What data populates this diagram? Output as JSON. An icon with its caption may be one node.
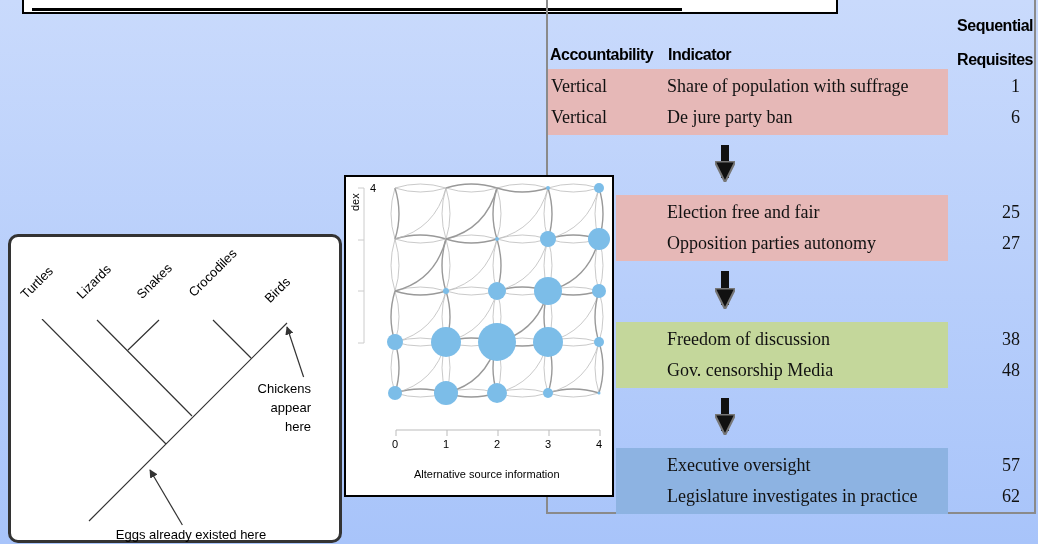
{
  "diagram": {
    "nodes": [
      {
        "text": [
          "Accountability",
          "Indicator",
          "Sequential Requisites"
        ]
      },
      {
        "text": [
          "Vertical",
          "Share of population with suffrage",
          "1",
          "Vertical",
          "De jure party ban",
          "6"
        ],
        "in": 0
      },
      {
        "text": [
          "Election free and fair",
          "25",
          "Opposition parties autonomy",
          "27"
        ],
        "in": 0
      },
      {
        "text": [
          "Freedom of discussion",
          "38",
          "Gov. censorship Media",
          "48"
        ],
        "in": 0
      },
      {
        "text": [
          "Executive oversight",
          "57",
          "Legislature investigates in practice",
          "62"
        ],
        "in": 0
      },
      {
        "text": [],
        "shape": "box"
      },
      {
        "text": [
          "Chickens appear here"
        ],
        "in": 5
      },
      {
        "text": [
          "Eggs already existed here"
        ],
        "in": 5
      },
      {
        "text": [],
        "shape": "picture"
      }
    ],
    "edges": [
      {
        "from": 1,
        "to": 2,
        "arrow": "to"
      },
      {
        "from": 2,
        "to": 3,
        "arrow": "to"
      },
      {
        "from": 3,
        "to": 4,
        "arrow": "to"
      },
      {
        "from": 6,
        "to": null,
        "arrow": "to"
      },
      {
        "from": 7,
        "to": null,
        "arrow": "to"
      }
    ],
    "labels": [
      "Turtles",
      "Lizards",
      "Snakes",
      "Crocodiles",
      "Birds",
      "4",
      "dex",
      "0",
      "1",
      "2",
      "3",
      "4",
      "Alternative source information"
    ]
  }
}
